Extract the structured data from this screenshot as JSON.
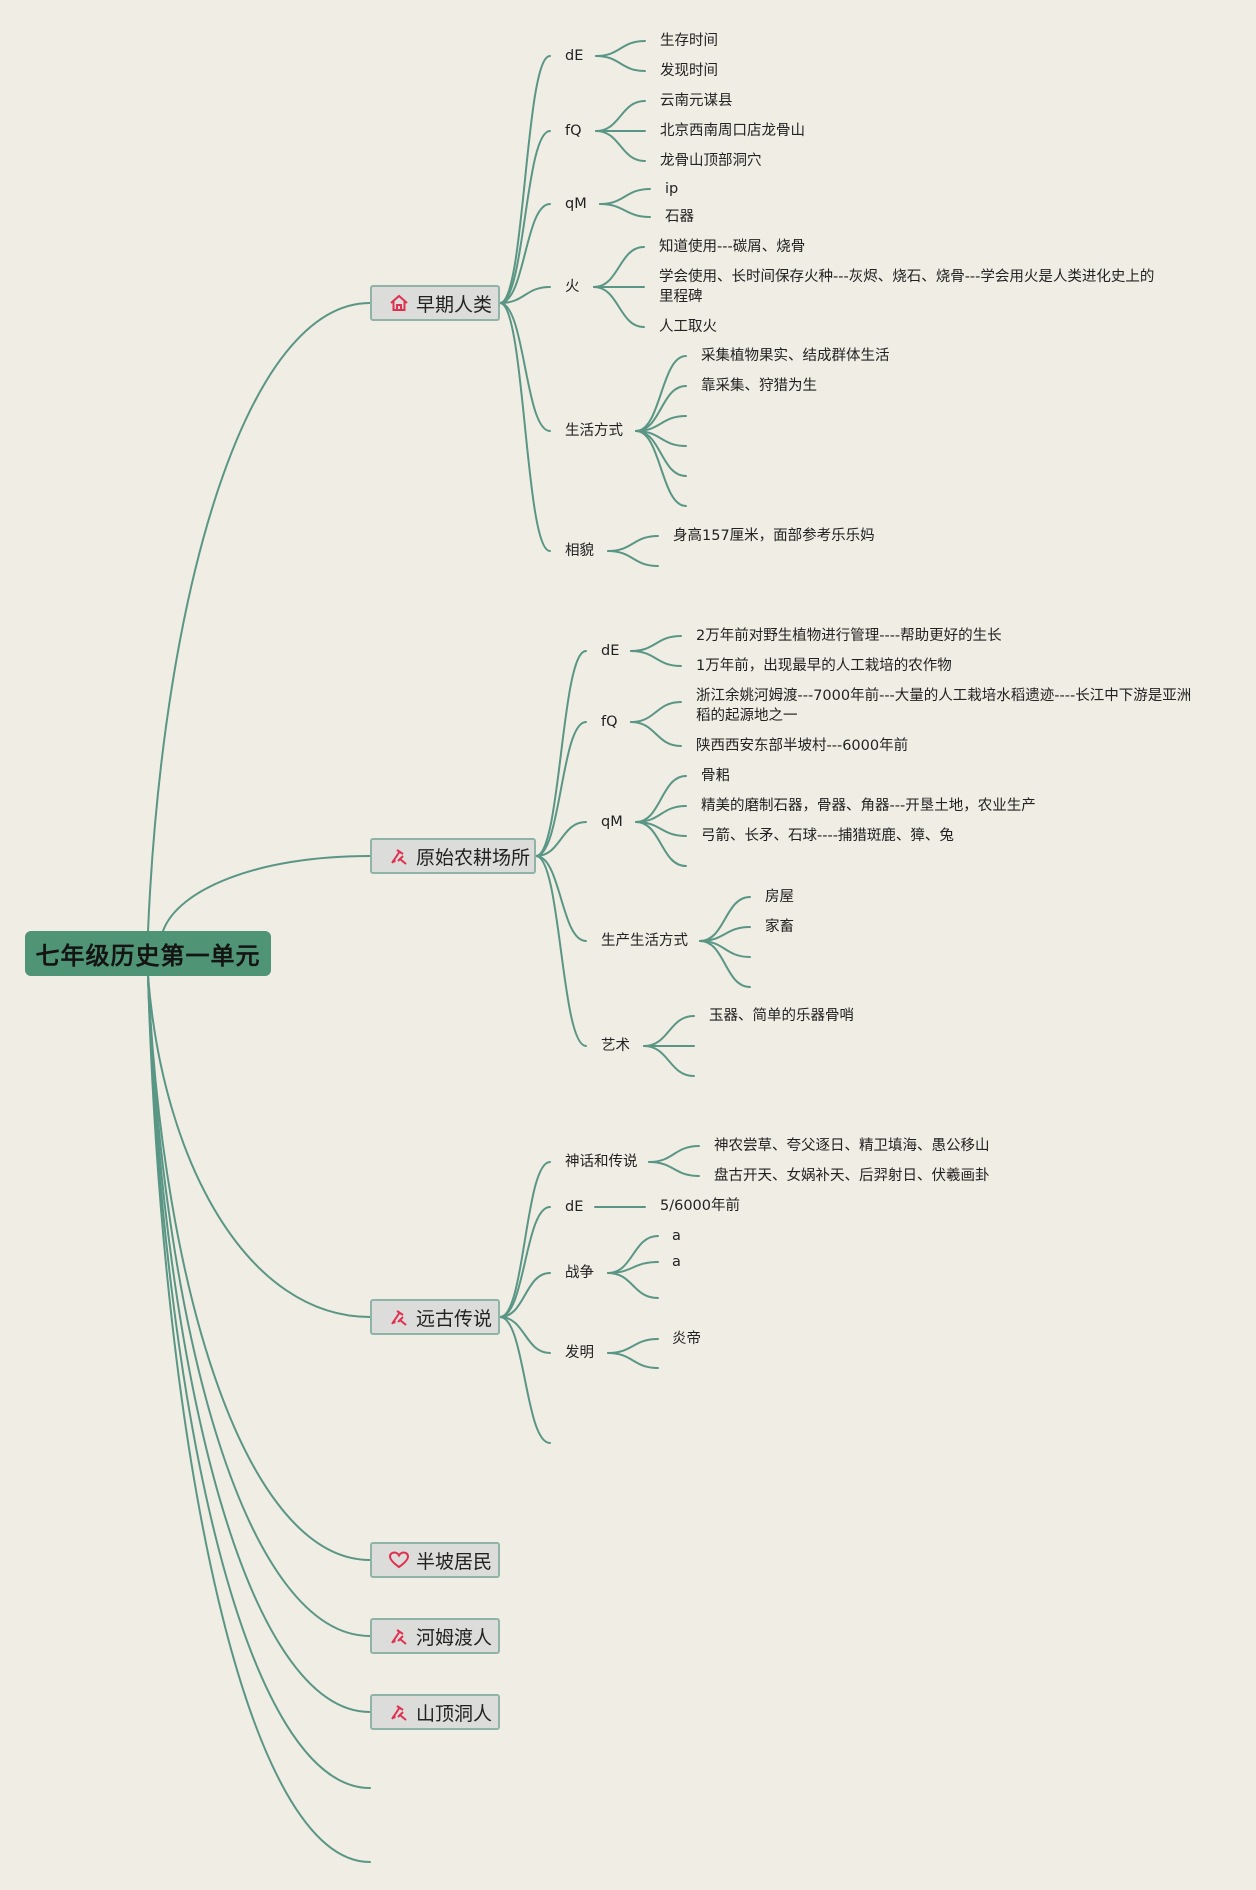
{
  "root": {
    "title": "七年级历史第一单元"
  },
  "topics": {
    "early_humans": {
      "label": "早期人类",
      "icon": "house-icon",
      "sub": {
        "de": {
          "label": "dE",
          "items": [
            "生存时间",
            "发现时间"
          ]
        },
        "fq": {
          "label": "fQ",
          "items": [
            "云南元谋县",
            "北京西南周口店龙骨山",
            "龙骨山顶部洞穴"
          ]
        },
        "qm": {
          "label": "qM",
          "items": [
            "ip",
            "石器"
          ]
        },
        "fire": {
          "label": "火",
          "items": [
            "知道使用---碳屑、烧骨",
            "学会使用、长时间保存火种---灰烬、烧石、烧骨---学会用火是人类进化史上的里程碑",
            "人工取火"
          ]
        },
        "life": {
          "label": "生活方式",
          "items": [
            "采集植物果实、结成群体生活",
            "靠采集、狩猎为生"
          ]
        },
        "look": {
          "label": "相貌",
          "items": [
            "身高157厘米，面部参考乐乐妈"
          ]
        }
      }
    },
    "farming": {
      "label": "原始农耕场所",
      "icon": "tools-icon",
      "sub": {
        "de": {
          "label": "dE",
          "items": [
            "2万年前对野生植物进行管理----帮助更好的生长",
            "1万年前，出现最早的人工栽培的农作物"
          ]
        },
        "fq": {
          "label": "fQ",
          "items": [
            "浙江余姚河姆渡---7000年前---大量的人工栽培水稻遗迹----长江中下游是亚洲稻的起源地之一",
            "陕西西安东部半坡村---6000年前"
          ]
        },
        "qm": {
          "label": "qM",
          "items": [
            "骨耜",
            "精美的磨制石器，骨器、角器---开垦土地，农业生产",
            "弓箭、长矛、石球----捕猎斑鹿、獐、兔"
          ]
        },
        "life": {
          "label": "生产生活方式",
          "items": [
            "房屋",
            "家畜"
          ]
        },
        "art": {
          "label": "艺术",
          "items": [
            "玉器、简单的乐器骨哨"
          ]
        }
      }
    },
    "legends": {
      "label": "远古传说",
      "icon": "tools-icon",
      "sub": {
        "myth": {
          "label": "神话和传说",
          "items": [
            "神农尝草、夸父逐日、精卫填海、愚公移山",
            "盘古开天、女娲补天、后羿射日、伏羲画卦"
          ]
        },
        "de": {
          "label": "dE",
          "items": [
            "5/6000年前"
          ]
        },
        "war": {
          "label": "战争",
          "items": [
            "a",
            "a"
          ]
        },
        "invent": {
          "label": "发明",
          "items": [
            "炎帝"
          ]
        }
      }
    },
    "banpo": {
      "label": "半坡居民",
      "icon": "heart-icon"
    },
    "hemudu": {
      "label": "河姆渡人",
      "icon": "tools-icon"
    },
    "shanding": {
      "label": "山顶洞人",
      "icon": "tools-icon"
    }
  },
  "colors": {
    "background": "#f0ede4",
    "line": "#5a9685",
    "root": "#4f9474",
    "icon": "#e03050"
  }
}
